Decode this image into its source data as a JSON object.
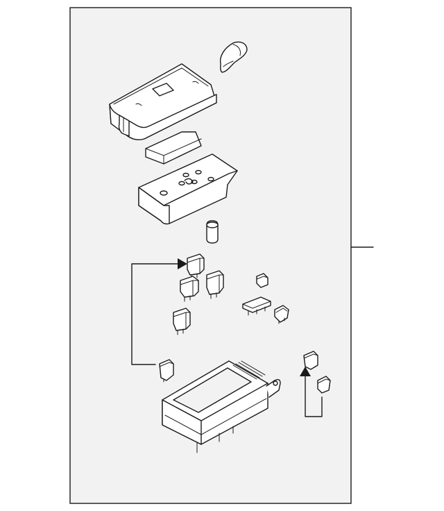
{
  "diagram": {
    "background": "#ffffff",
    "panel_fill": "#f2f2f2",
    "line_color": "#1a1a1a",
    "parts": [
      "fuse-box-cover",
      "cover-latch",
      "cover-clip",
      "fuse-puller-plate",
      "cartridge-fuse",
      "relay",
      "mini-fuse",
      "fuse-box-base"
    ]
  }
}
